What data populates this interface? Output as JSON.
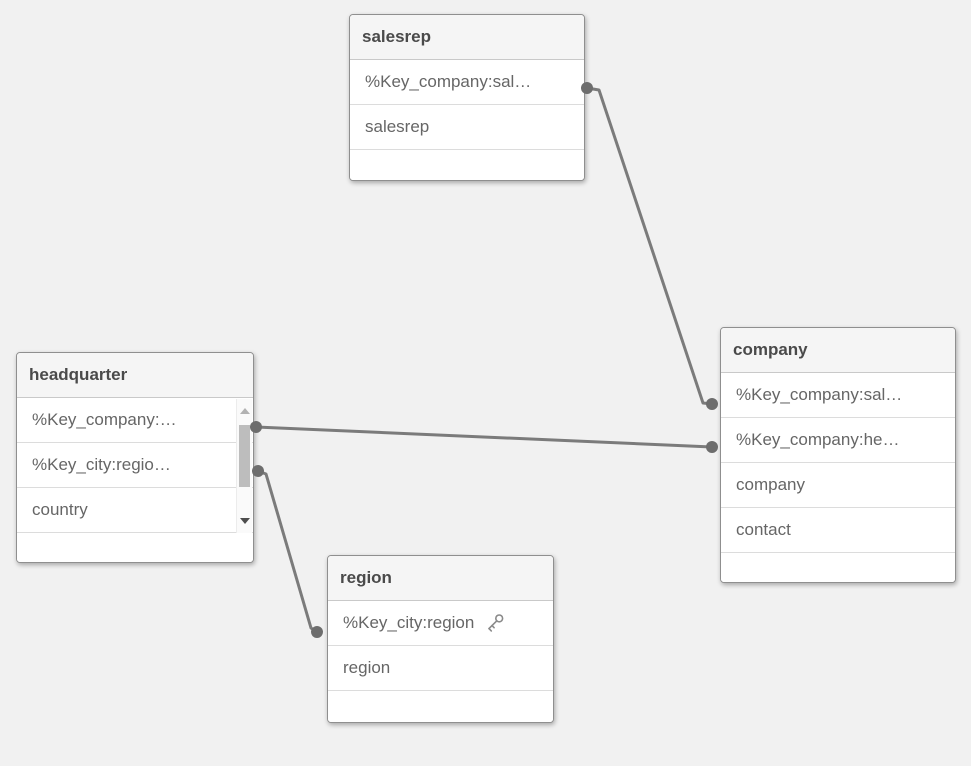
{
  "colors": {
    "canvas_bg": "#f1f1f1",
    "table_bg": "#ffffff",
    "header_bg": "#f5f5f5",
    "table_border": "#8f8f8f",
    "row_divider": "#dcdcdc",
    "title_text": "#4a4a4a",
    "row_text": "#666666",
    "connector": "#7b7b7b",
    "connector_dot": "#6d6d6d"
  },
  "tables": [
    {
      "title": "salesrep",
      "fields": [
        {
          "label": "%Key_company:sal…"
        },
        {
          "label": "salesrep"
        }
      ]
    },
    {
      "title": "company",
      "fields": [
        {
          "label": "%Key_company:sal…"
        },
        {
          "label": "%Key_company:he…"
        },
        {
          "label": "company"
        },
        {
          "label": "contact"
        }
      ]
    },
    {
      "title": "headquarter",
      "fields": [
        {
          "label": "%Key_company:…"
        },
        {
          "label": "%Key_city:regio…"
        },
        {
          "label": "country"
        }
      ],
      "has_scrollbar": true
    },
    {
      "title": "region",
      "fields": [
        {
          "label": "%Key_city:region",
          "has_key_icon": true
        },
        {
          "label": "region"
        }
      ]
    }
  ],
  "connections": [
    {
      "from_table": "salesrep",
      "from_field": "%Key_company:sal…",
      "to_table": "company",
      "to_field": "%Key_company:sal…"
    },
    {
      "from_table": "headquarter",
      "from_field": "%Key_company:…",
      "to_table": "company",
      "to_field": "%Key_company:he…"
    },
    {
      "from_table": "headquarter",
      "from_field": "%Key_city:regio…",
      "to_table": "region",
      "to_field": "%Key_city:region"
    }
  ]
}
